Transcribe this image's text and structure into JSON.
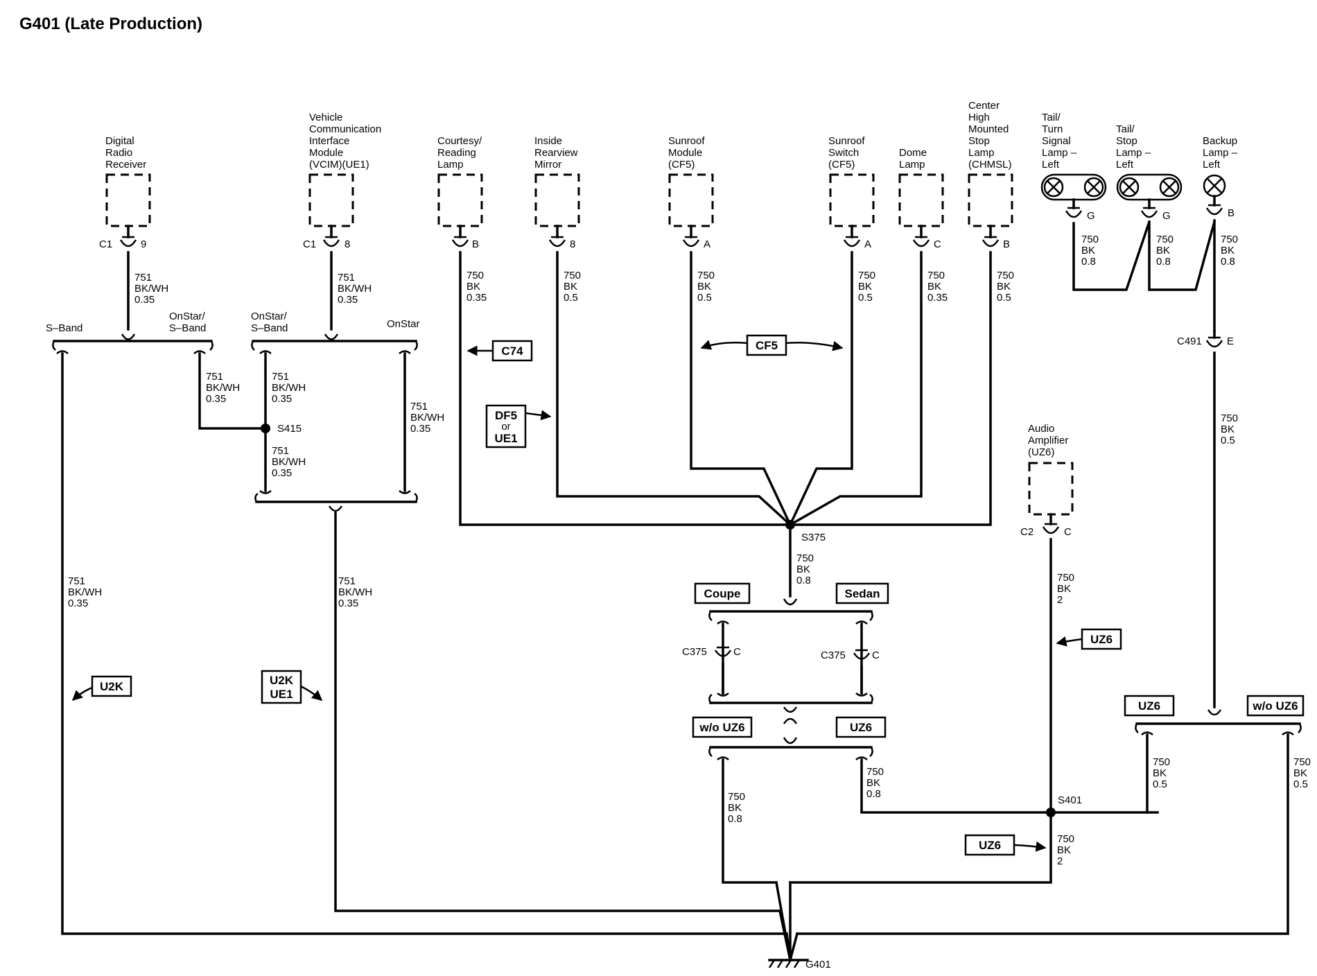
{
  "title": "G401 (Late Production)",
  "components": {
    "digital_radio": [
      "Digital",
      "Radio",
      "Receiver"
    ],
    "vcim": [
      "Vehicle",
      "Communication",
      "Interface",
      "Module",
      "(VCIM)(UE1)"
    ],
    "courtesy_lamp": [
      "Courtesy/",
      "Reading",
      "Lamp"
    ],
    "inside_mirror": [
      "Inside",
      "Rearview",
      "Mirror"
    ],
    "sunroof_module": [
      "Sunroof",
      "Module",
      "(CF5)"
    ],
    "sunroof_switch": [
      "Sunroof",
      "Switch",
      "(CF5)"
    ],
    "dome_lamp": [
      "Dome",
      "Lamp"
    ],
    "chmsl": [
      "Center",
      "High",
      "Mounted",
      "Stop",
      "Lamp",
      "(CHMSL)"
    ],
    "tail_turn_lamp": [
      "Tail/",
      "Turn",
      "Signal",
      "Lamp –",
      "Left"
    ],
    "tail_stop_lamp": [
      "Tail/",
      "Stop",
      "Lamp –",
      "Left"
    ],
    "backup_lamp": [
      "Backup",
      "Lamp –",
      "Left"
    ],
    "audio_amp": [
      "Audio",
      "Amplifier",
      "(UZ6)"
    ]
  },
  "connectors": {
    "c1_a": "C1",
    "pin_9": "9",
    "c1_b": "C1",
    "pin_8a": "8",
    "pin_b_courtesy": "B",
    "pin_8_mirror": "8",
    "pin_a_module": "A",
    "pin_a_switch": "A",
    "pin_c_dome": "C",
    "pin_b_chmsl": "B",
    "pin_g1": "G",
    "pin_g2": "G",
    "pin_b_backup": "B",
    "c2": "C2",
    "pin_c_amp": "C",
    "c491": "C491",
    "pin_e": "E",
    "c375_left": "C375",
    "pin_c_left": "C",
    "c375_right": "C375",
    "pin_c_right": "C"
  },
  "splices": {
    "s415": "S415",
    "s375": "S375",
    "s401": "S401",
    "g401": "G401"
  },
  "wires": {
    "w751_035": [
      "751",
      "BK/WH",
      "0.35"
    ],
    "w750_035": [
      "750",
      "BK",
      "0.35"
    ],
    "w750_05": [
      "750",
      "BK",
      "0.5"
    ],
    "w750_08": [
      "750",
      "BK",
      "0.8"
    ],
    "w750_2": [
      "750",
      "BK",
      "2"
    ]
  },
  "options": {
    "s_band": "S–Band",
    "onstar_sband_a": [
      "OnStar/",
      "S–Band"
    ],
    "onstar_sband_b": [
      "OnStar/",
      "S–Band"
    ],
    "onstar": "OnStar",
    "coupe": "Coupe",
    "sedan": "Sedan",
    "wo_uz6": "w/o UZ6",
    "uz6": "UZ6"
  },
  "refs": {
    "c74": "C74",
    "cf5": "CF5",
    "df5_ue1": [
      "DF5",
      "or",
      "UE1"
    ],
    "u2k": "U2K",
    "u2k_ue1": [
      "U2K",
      "UE1"
    ],
    "uz6": "UZ6"
  }
}
